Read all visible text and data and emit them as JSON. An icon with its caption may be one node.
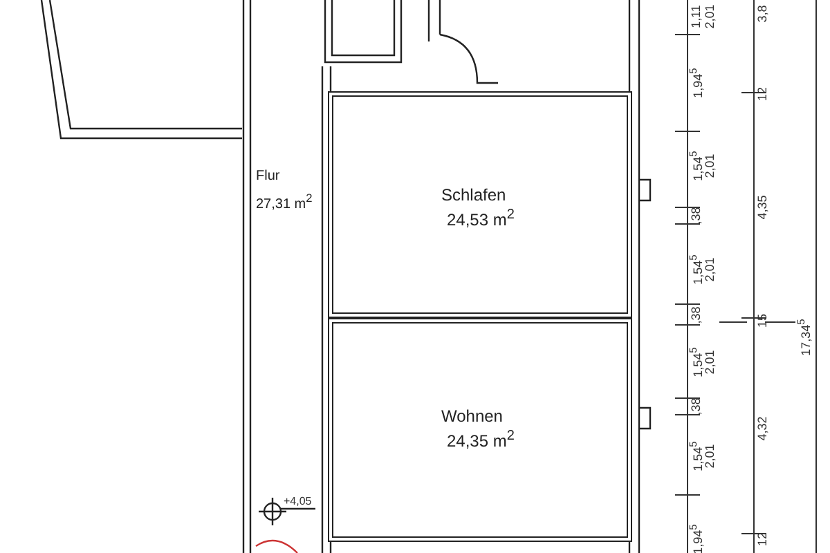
{
  "diagram": {
    "nodes": [
      {
        "text": [
          "Flur",
          "27,31 m$^{2}$"
        ]
      },
      {
        "text": [
          "Schlafen",
          "24,53 m$^{2}$"
        ]
      },
      {
        "text": [
          "Wohnen",
          "24,35 m$^{2}$"
        ]
      }
    ],
    "labels": [
      "1,11",
      "2,01",
      "1,94$^{5}$",
      "1,54$^{5}$",
      "2,01",
      ",38",
      "1,54$^{5}$",
      "2,01",
      ",38",
      "1,54$^{5}$",
      "2,01",
      ",38",
      "1,54$^{5}$",
      "2,01",
      "1,94$^{5}$",
      "3,8",
      "12",
      "4,35",
      "15",
      "4,32",
      "12",
      "17,34$^{5}$",
      "+4,05"
    ]
  }
}
